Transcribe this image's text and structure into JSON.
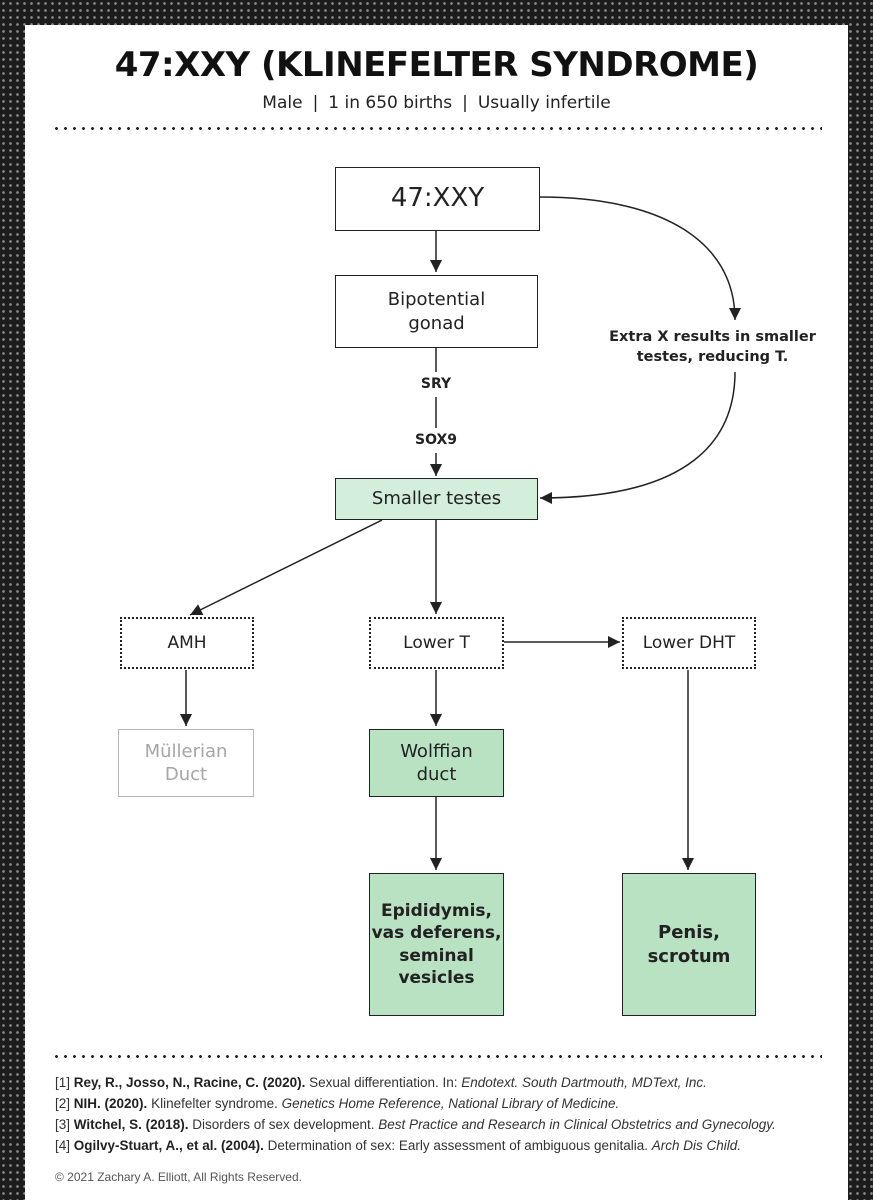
{
  "header": {
    "title": "47:XXY (KLINEFELTER SYNDROME)",
    "subtitle_parts": [
      "Male",
      "1 in 650 births",
      "Usually infertile"
    ],
    "separator": "|"
  },
  "nodes": {
    "karyotype": "47:XXY",
    "gonad_line1": "Bipotential",
    "gonad_line2": "gonad",
    "testes": "Smaller testes",
    "amh": "AMH",
    "lower_t": "Lower T",
    "lower_dht": "Lower DHT",
    "mullerian_line1": "Müllerian",
    "mullerian_line2": "Duct",
    "wolffian_line1": "Wolffian",
    "wolffian_line2": "duct",
    "epididymis_lines": [
      "Epididymis,",
      "vas deferens,",
      "seminal",
      "vesicles"
    ],
    "penis_lines": [
      "Penis,",
      "scrotum"
    ]
  },
  "edge_labels": {
    "sry": "SRY",
    "sox9": "SOX9",
    "extra_x_line1": "Extra X results in smaller",
    "extra_x_line2": "testes, reducing T."
  },
  "references": [
    {
      "num": "[1]",
      "bold": "Rey, R., Josso, N., Racine, C. (2020).",
      "text": " Sexual differentiation. In: ",
      "italic": "Endotext. South Dartmouth, MDText, Inc."
    },
    {
      "num": "[2]",
      "bold": "NIH. (2020).",
      "text": " Klinefelter syndrome. ",
      "italic": "Genetics Home Reference, National Library of Medicine."
    },
    {
      "num": "[3]",
      "bold": "Witchel, S. (2018).",
      "text": " Disorders of sex development. ",
      "italic": "Best Practice and Research in Clinical Obstetrics and Gynecology."
    },
    {
      "num": "[4]",
      "bold": "Ogilvy-Stuart, A., et al. (2004).",
      "text": " Determination of sex: Early assessment of ambiguous genitalia. ",
      "italic": "Arch Dis Child."
    }
  ],
  "copyright": "© 2021 Zachary A. Elliott, All Rights Reserved.",
  "colors": {
    "green_fill": "#b9e2c3",
    "light_green_fill": "#d3eedb",
    "faded_gray": "#a5a5a5"
  }
}
